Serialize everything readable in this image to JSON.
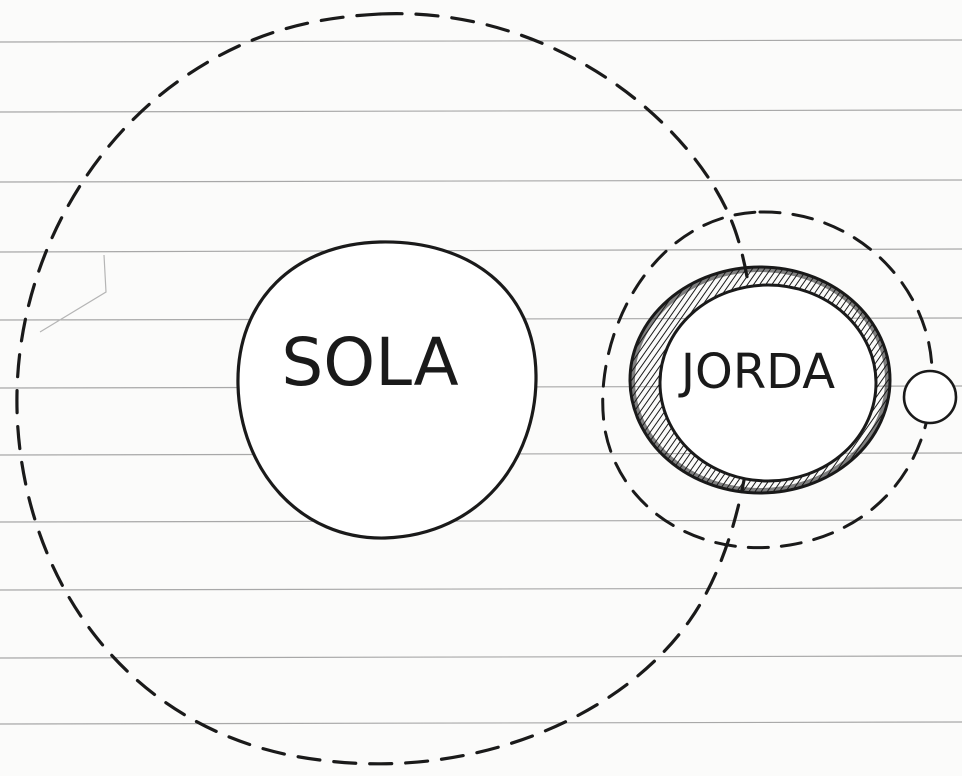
{
  "diagram": {
    "bodies": [
      {
        "id": "sola",
        "label": "SOLA",
        "style": "plain"
      },
      {
        "id": "jorda",
        "label": "JORDA",
        "style": "hatched-ring"
      },
      {
        "id": "moon",
        "label": "",
        "style": "small-plain"
      }
    ],
    "orbits": [
      {
        "id": "jorda-orbit-around-sola",
        "line": "dashed"
      },
      {
        "id": "moon-orbit-around-jorda",
        "line": "dashed"
      }
    ],
    "paper": {
      "ruled_lines": true,
      "line_color": "#9a9a9a",
      "ink_color": "#1a1a1a"
    }
  }
}
